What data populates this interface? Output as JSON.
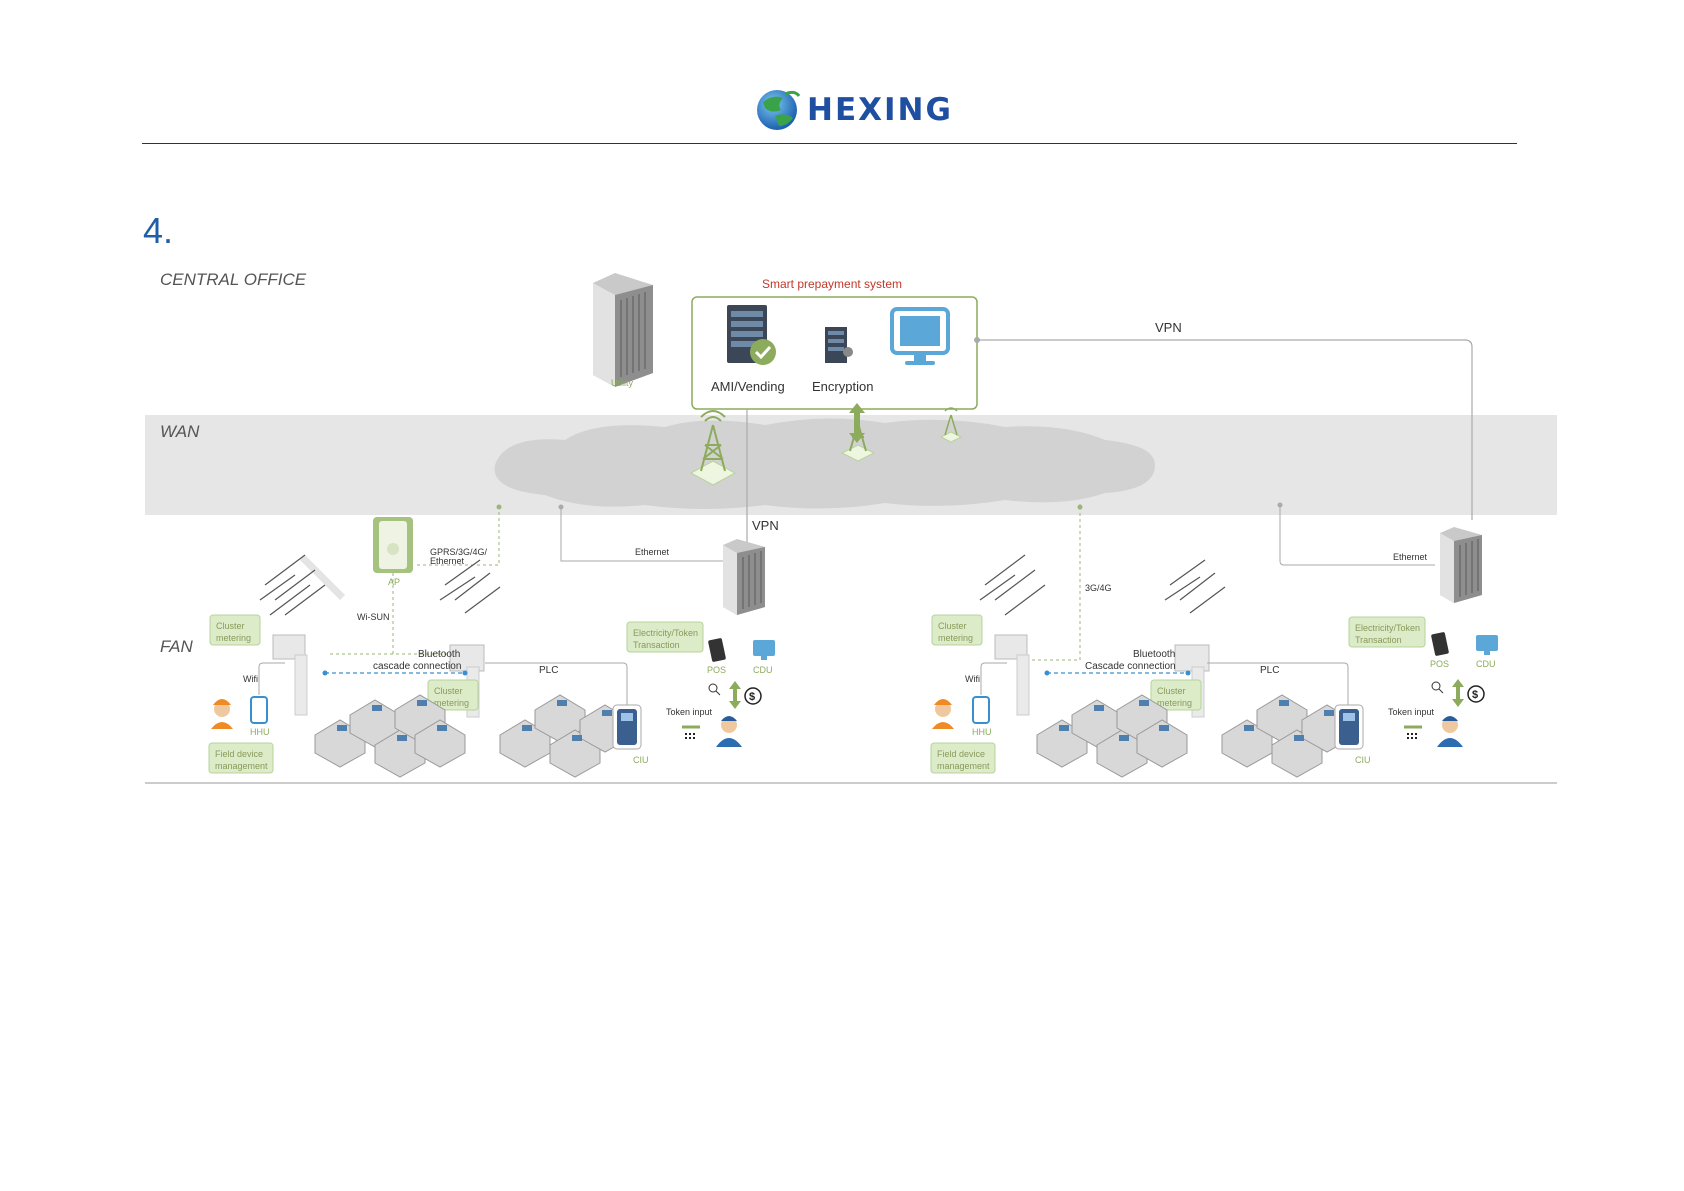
{
  "header": {
    "brand": "HEXING"
  },
  "section": {
    "number": "4."
  },
  "diagram": {
    "zones": {
      "central": "CENTRAL OFFICE",
      "wan": "WAN",
      "fan": "FAN"
    },
    "prepayment_system": {
      "title": "Smart prepayment system",
      "ami": "AMI/Vending",
      "encryption": "Encryption"
    },
    "utility": "Utility",
    "vpn_top": "VPN",
    "vpn_mid": "VPN",
    "left": {
      "ap_link": "GPRS/3G/4G/",
      "ap_link2": "Ethernet",
      "ap": "AP",
      "ethernet": "Ethernet",
      "wisun": "Wi-SUN",
      "cluster1_a": "Cluster",
      "cluster1_b": "metering",
      "bluetooth": "Bluetooth",
      "cascade": "cascade connection",
      "plc": "PLC",
      "transaction_a": "Electricity/Token",
      "transaction_b": "Transaction",
      "pos": "POS",
      "cdu": "CDU",
      "wifi": "Wifi",
      "hhu": "HHU",
      "cluster2_a": "Cluster",
      "cluster2_b": "metering",
      "token_input": "Token input",
      "ciu": "CIU",
      "field_a": "Field device",
      "field_b": "management"
    },
    "right": {
      "link": "3G/4G",
      "ethernet": "Ethernet",
      "cluster1_a": "Cluster",
      "cluster1_b": "metering",
      "bluetooth": "Bluetooth",
      "cascade": "Cascade connection",
      "plc": "PLC",
      "transaction_a": "Electricity/Token",
      "transaction_b": "Transaction",
      "pos": "POS",
      "cdu": "CDU",
      "wifi": "Wifi",
      "hhu": "HHU",
      "cluster2_a": "Cluster",
      "cluster2_b": "metering",
      "token_input": "Token input",
      "ciu": "CIU",
      "field_a": "Field device",
      "field_b": "management"
    }
  },
  "colors": {
    "brand_blue": "#1f4fa0",
    "accent_green": "#8cab5c",
    "title_red": "#c0392b"
  }
}
